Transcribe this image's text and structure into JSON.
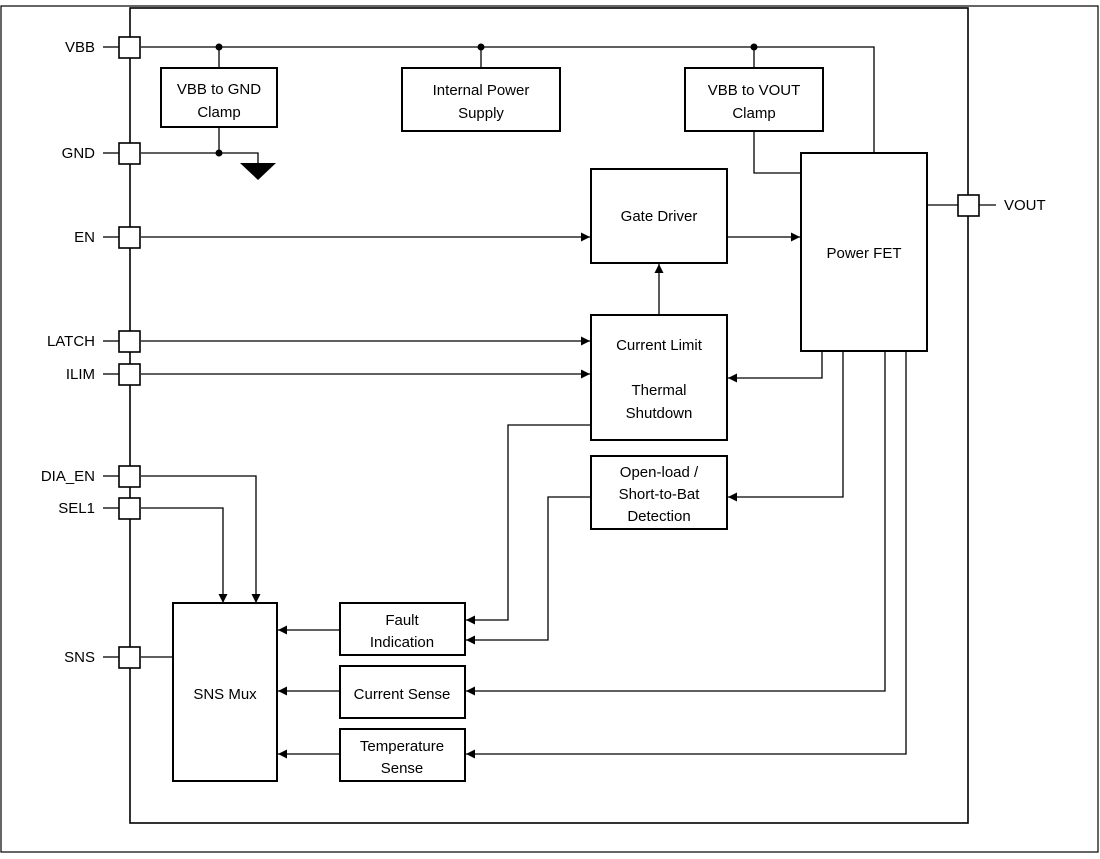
{
  "pins_left": {
    "vbb": "VBB",
    "gnd": "GND",
    "en": "EN",
    "latch": "LATCH",
    "ilim": "ILIM",
    "dia_en": "DIA_EN",
    "sel1": "SEL1",
    "sns": "SNS"
  },
  "pins_right": {
    "vout": "VOUT"
  },
  "blocks": {
    "vbb_gnd_clamp": [
      "VBB to GND",
      "Clamp"
    ],
    "internal_power_supply": [
      "Internal Power",
      "Supply"
    ],
    "vbb_vout_clamp": [
      "VBB to VOUT",
      "Clamp"
    ],
    "gate_driver": [
      "Gate Driver"
    ],
    "power_fet": [
      "Power FET"
    ],
    "current_limit": [
      "Current Limit"
    ],
    "thermal_shutdown": [
      "Thermal",
      "Shutdown"
    ],
    "open_load": [
      "Open-load /",
      "Short-to-Bat",
      "Detection"
    ],
    "fault_indication": [
      "Fault",
      "Indication"
    ],
    "current_sense": [
      "Current Sense"
    ],
    "temperature_sense": [
      "Temperature",
      "Sense"
    ],
    "sns_mux": [
      "SNS Mux"
    ]
  },
  "colors": {
    "line": "#000000",
    "background": "#ffffff"
  }
}
